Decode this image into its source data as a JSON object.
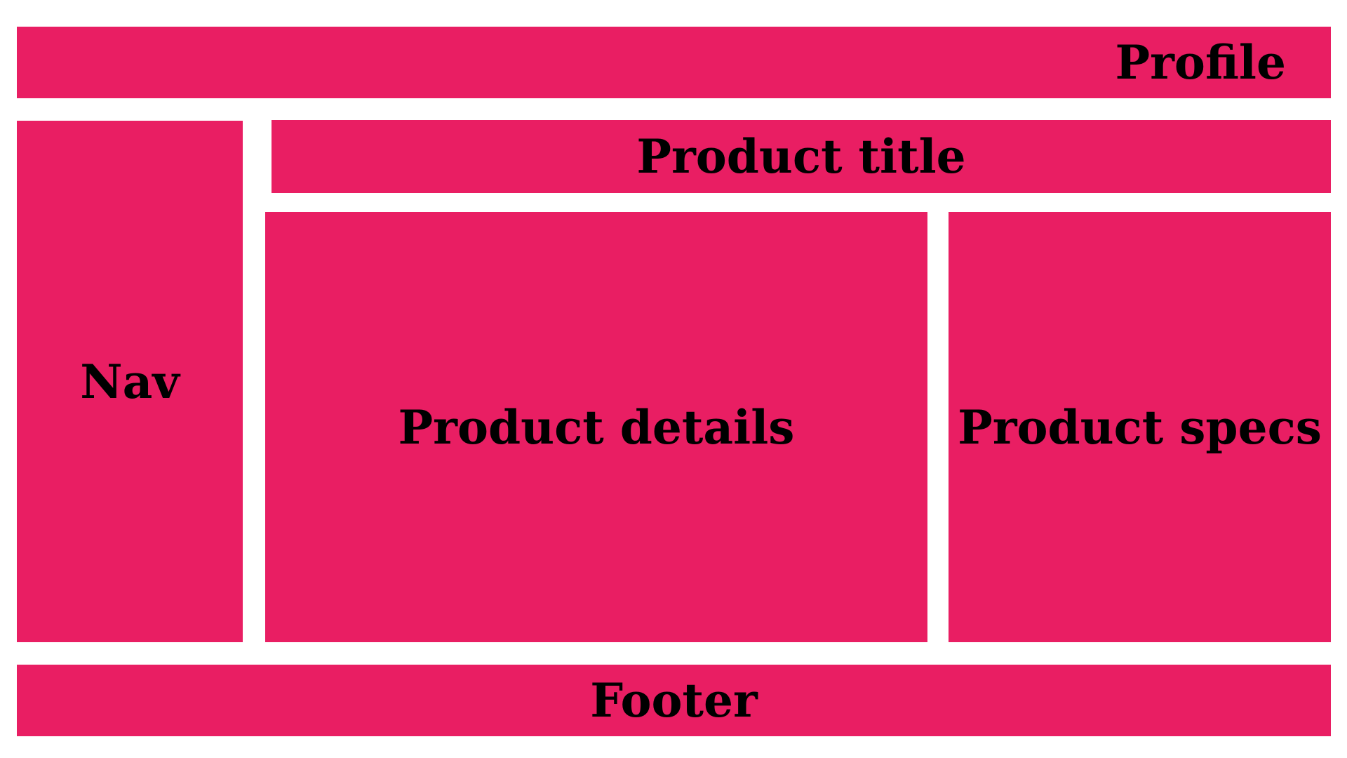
{
  "colors": {
    "block_pink": "#e91e63",
    "background": "#ffffff",
    "text": "#000000"
  },
  "regions": {
    "profile": {
      "label": "Profile"
    },
    "nav": {
      "label": "Nav"
    },
    "product_title": {
      "label": "Product title"
    },
    "product_details": {
      "label": "Product details"
    },
    "product_specs": {
      "label": "Product specs"
    },
    "footer": {
      "label": "Footer"
    }
  }
}
